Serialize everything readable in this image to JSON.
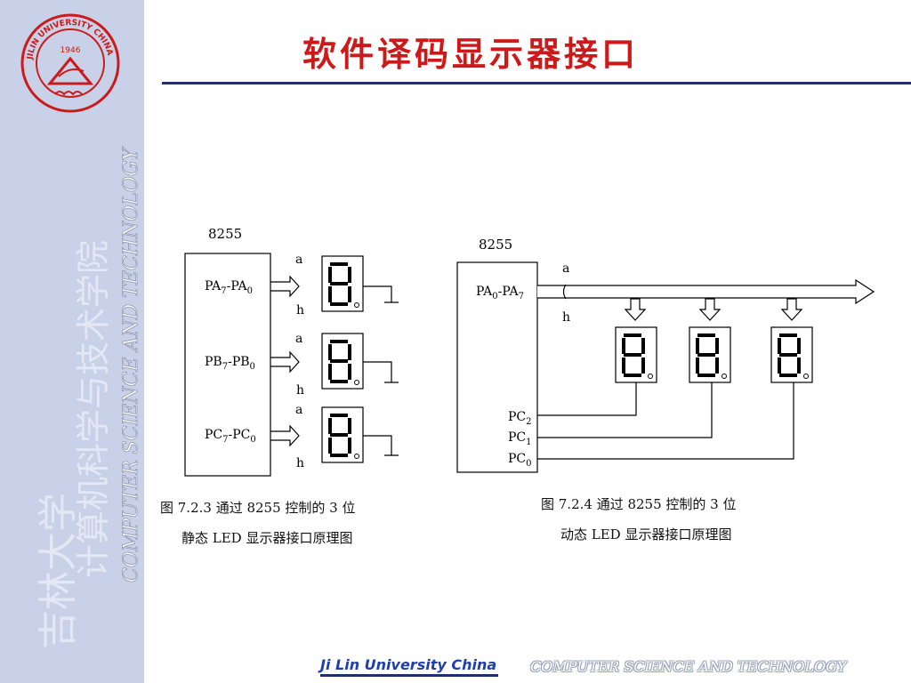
{
  "slide": {
    "title": "软件译码显示器接口"
  },
  "sidebar": {
    "logo_ring_text": "JILIN UNIVERSITY CHINA",
    "logo_year": "1946",
    "vertical_cn_1": "吉林大学",
    "vertical_cn_2": "计算机科学与技术学院",
    "vertical_en": "COMPUTER SCIENCE AND TECHNOLOGY",
    "accent_color": "#cc1a1a"
  },
  "fig1": {
    "chip": "8255",
    "ports": [
      {
        "base": "PA",
        "s1": "7",
        "mid": "-PA",
        "s2": "0"
      },
      {
        "base": "PB",
        "s1": "7",
        "mid": "-PB",
        "s2": "0"
      },
      {
        "base": "PC",
        "s1": "7",
        "mid": "-PC",
        "s2": "0"
      }
    ],
    "a": "a",
    "h": "h",
    "caption_line1": "图 7.2.3   通过 8255 控制的 3 位",
    "caption_line2": "静态 LED 显示器接口原理图"
  },
  "fig2": {
    "chip": "8255",
    "bus_base": "PA",
    "bus_s1": "0",
    "bus_mid": "-PA",
    "bus_s2": "7",
    "a": "a",
    "h": "h",
    "pc": [
      {
        "base": "PC",
        "sub": "2"
      },
      {
        "base": "PC",
        "sub": "1"
      },
      {
        "base": "PC",
        "sub": "0"
      }
    ],
    "caption_line1": "图 7.2.4   通过 8255 控制的 3 位",
    "caption_line2": "动态 LED 显示器接口原理图"
  },
  "footer": {
    "left": "Ji Lin University China",
    "right": "COMPUTER   SCIENCE  AND  TECHNOLOGY"
  }
}
